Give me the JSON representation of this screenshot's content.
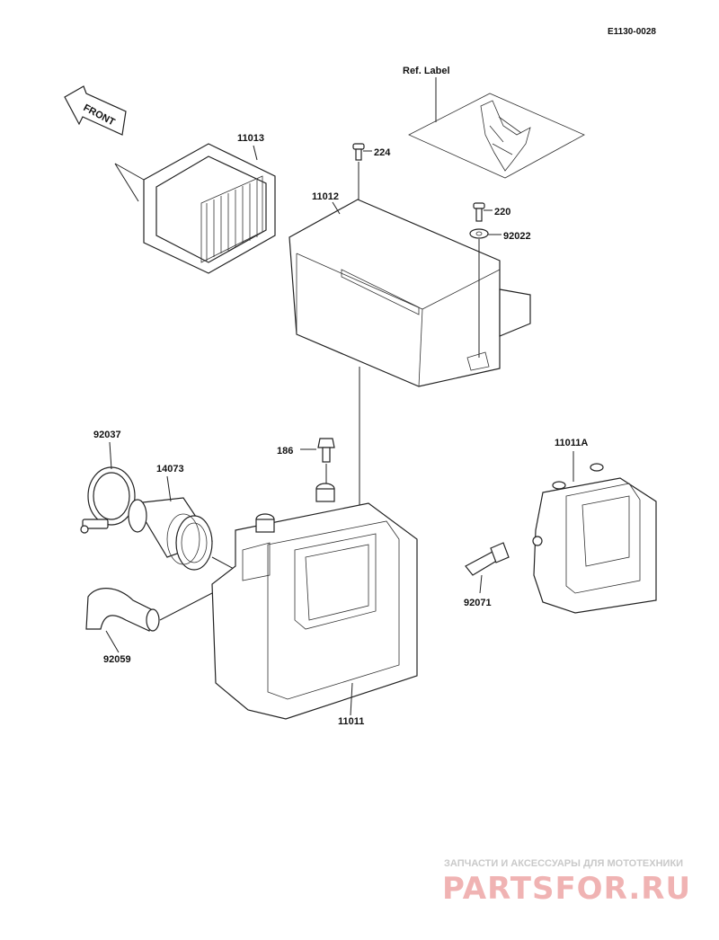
{
  "doc_code": "E1130-0028",
  "front_label": "FRONT",
  "ref_label": "Ref. Label",
  "parts": [
    {
      "id": "p11013",
      "number": "11013"
    },
    {
      "id": "p224",
      "number": "224"
    },
    {
      "id": "p11012",
      "number": "11012"
    },
    {
      "id": "p220",
      "number": "220"
    },
    {
      "id": "p92022",
      "number": "92022"
    },
    {
      "id": "p92037",
      "number": "92037"
    },
    {
      "id": "p14073",
      "number": "14073"
    },
    {
      "id": "p186",
      "number": "186"
    },
    {
      "id": "p11011A",
      "number": "11011A"
    },
    {
      "id": "p92071",
      "number": "92071"
    },
    {
      "id": "p92059",
      "number": "92059"
    },
    {
      "id": "p11011",
      "number": "11011"
    }
  ],
  "watermark": {
    "tagline": "ЗАПЧАСТИ И АКСЕССУАРЫ ДЛЯ МОТОТЕХНИКИ",
    "site": "PARTSFOR.RU"
  },
  "colors": {
    "line": "#222222",
    "watermark_red": "#f0b3b3",
    "watermark_gray": "#c9c9c9"
  }
}
